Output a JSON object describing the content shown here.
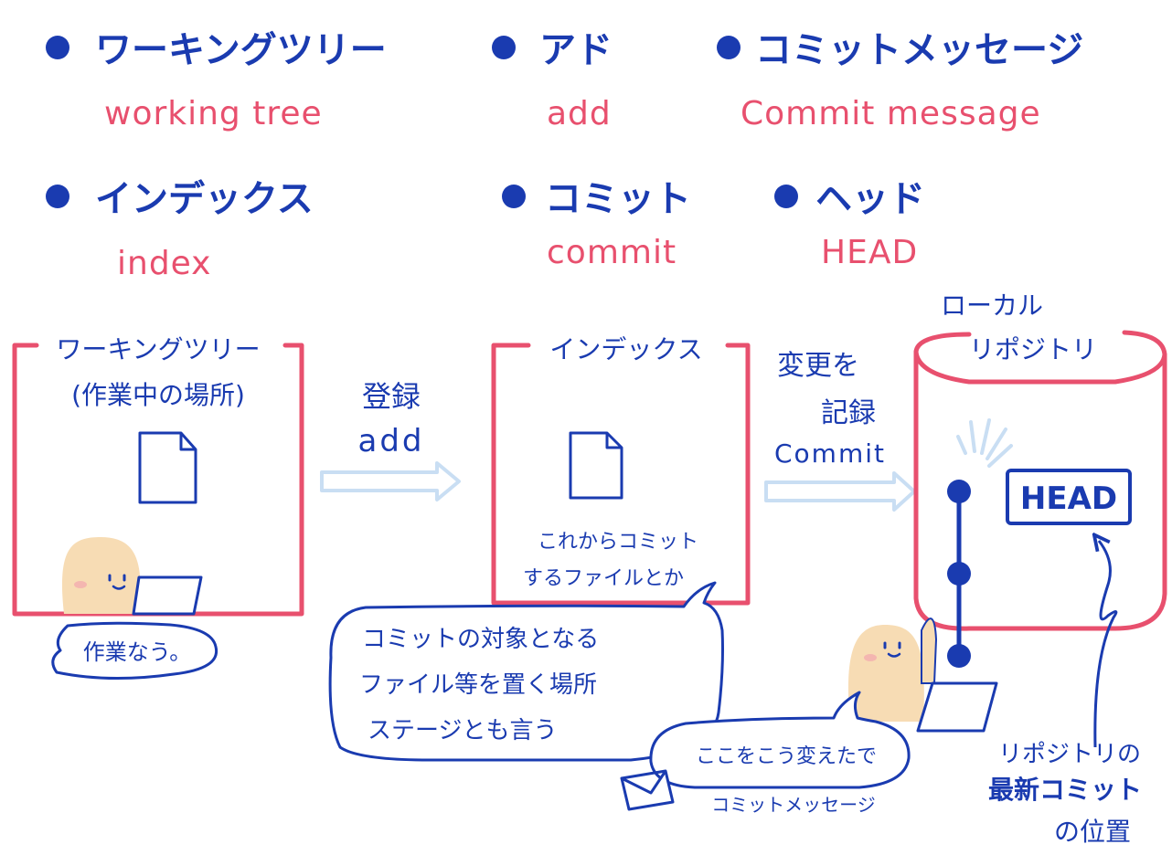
{
  "colors": {
    "blue": "#1a3bb0",
    "pink": "#e8506e",
    "arrow": "#c9def3",
    "skin": "#f7dcb4",
    "cheek": "#f4b6b0"
  },
  "terms": [
    {
      "jp": "ワーキングツリー",
      "en": "working tree"
    },
    {
      "jp": "アド",
      "en": "add"
    },
    {
      "jp": "コミットメッセージ",
      "en": "Commit message"
    },
    {
      "jp": "インデックス",
      "en": "index"
    },
    {
      "jp": "コミット",
      "en": "commit"
    },
    {
      "jp": "ヘッド",
      "en": "HEAD"
    }
  ],
  "working_tree": {
    "title": "ワーキングツリー",
    "subtitle": "(作業中の場所)",
    "bubble": "作業なう。"
  },
  "add_arrow": {
    "jp": "登録",
    "en": "add"
  },
  "index_box": {
    "title": "インデックス",
    "note_line1": "これからコミット",
    "note_line2": "するファイルとか"
  },
  "index_bubble": {
    "line1": "コミットの対象となる",
    "line2": "ファイル等を置く場所",
    "line3": "ステージとも言う"
  },
  "commit_arrow": {
    "line1": "変更を",
    "line2": "記録",
    "en": "Commit"
  },
  "repository": {
    "title_line1": "ローカル",
    "title_line2": "リポジトリ",
    "head_label": "HEAD"
  },
  "commit_bubble": {
    "text": "ここをこう変えたで",
    "caption": "コミットメッセージ"
  },
  "head_note": {
    "line1": "リポジトリの",
    "line2": "最新コミット",
    "line3": "の位置"
  }
}
